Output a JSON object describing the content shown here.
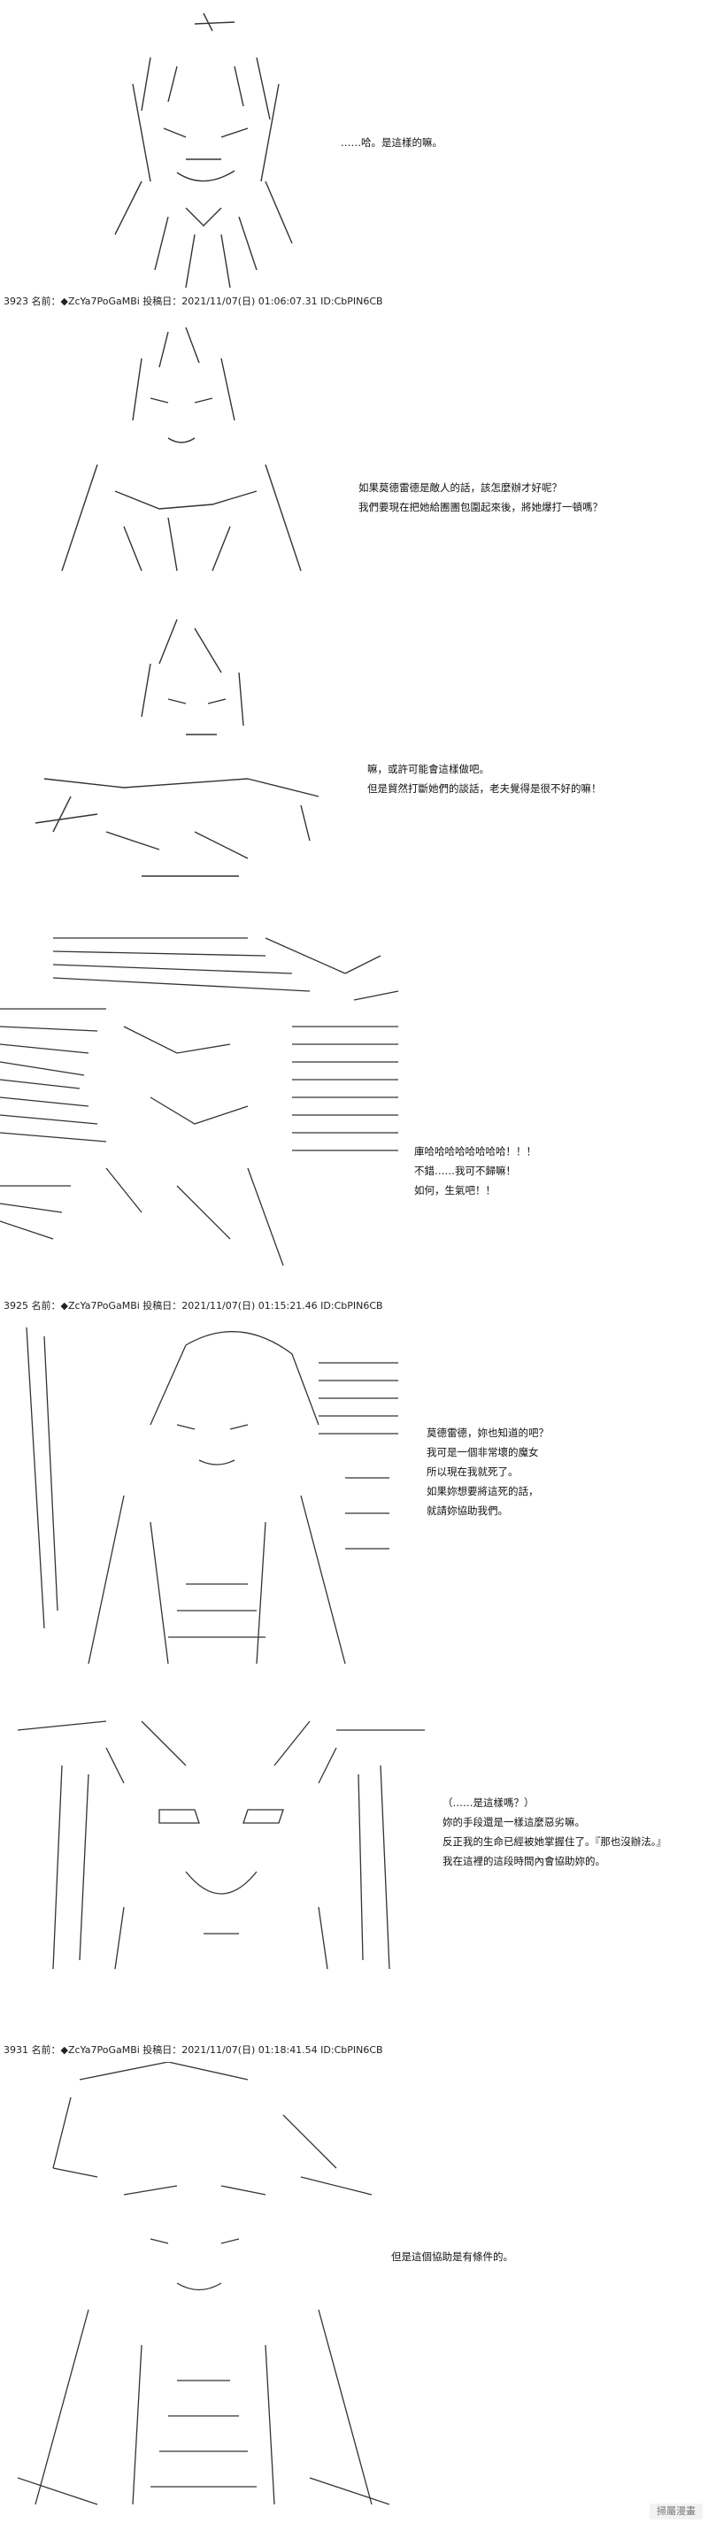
{
  "posts": [
    {
      "header": "3923 名前：◆ZcYa7PoGaMBi 投稿日：2021/11/07(日) 01:06:07.31 ID:CbPIN6CB"
    },
    {
      "header": "3925 名前：◆ZcYa7PoGaMBi 投稿日：2021/11/07(日) 01:15:21.46 ID:CbPIN6CB"
    },
    {
      "header": "3931 名前：◆ZcYa7PoGaMBi 投稿日：2021/11/07(日) 01:18:41.54 ID:CbPIN6CB"
    }
  ],
  "dialogs": [
    {
      "lines": [
        "……哈。是這樣的嘛。"
      ]
    },
    {
      "lines": [
        "如果莫德雷德是敵人的話，該怎麼辦才好呢？",
        "我們要現在把她給團團包圍起來後，將她爆打一頓嗎？"
      ]
    },
    {
      "lines": [
        "嘛，或許可能會這樣做吧。",
        "但是貿然打斷她們的談話，老夫覺得是很不好的嘛！"
      ]
    },
    {
      "lines": [
        "庫哈哈哈哈哈哈哈哈！！！",
        "不錯……我可不歸嘛！",
        "如何，生氣吧！！"
      ]
    },
    {
      "lines": [
        "莫德雷德，妳也知道的吧？",
        "我可是一個非常壞的魔女",
        "所以現在我就死了。",
        "如果妳想要將這死的話，",
        "就請妳協助我們。"
      ]
    },
    {
      "lines": [
        "（……是這樣嗎？）",
        "妳的手段還是一樣這麼惡劣嘛。",
        "反正我的生命已經被她掌握住了。『那也沒辦法。』",
        "我在這裡的這段時間內會協助妳的。"
      ]
    },
    {
      "lines": [
        "但是這個協助是有條件的。"
      ]
    }
  ],
  "watermark": "掃屬漫畫",
  "colors": {
    "text": "#111111",
    "background": "#ffffff"
  }
}
